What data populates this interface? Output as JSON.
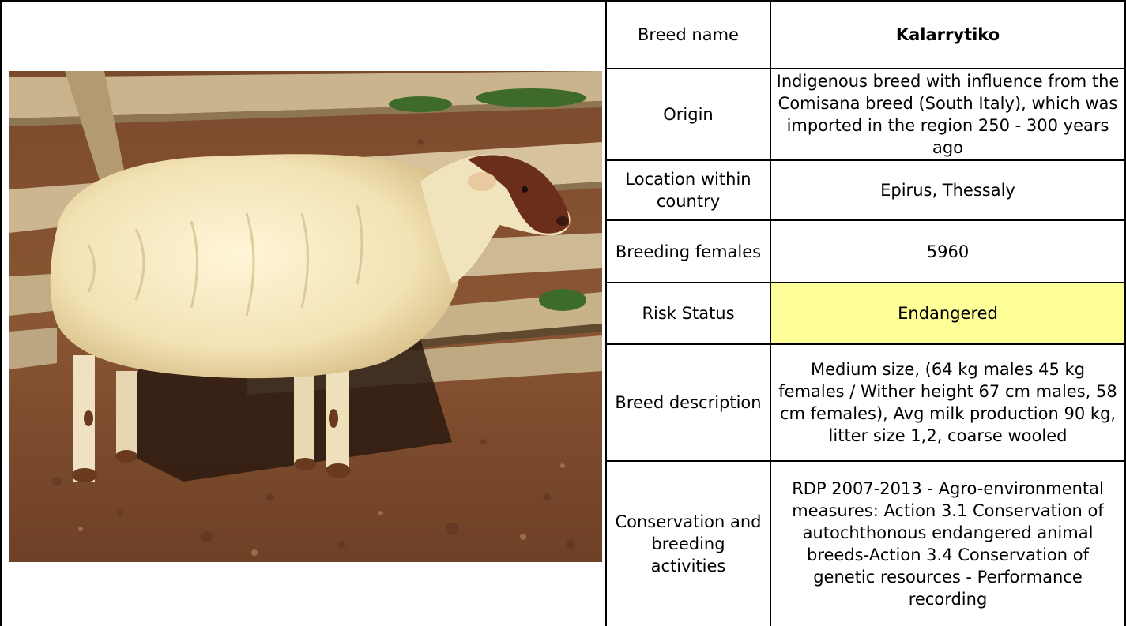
{
  "photo": {
    "subject": "sheep-photo"
  },
  "table": {
    "breed_name": {
      "label": "Breed name",
      "value": "Kalarrytiko"
    },
    "origin": {
      "label": "Origin",
      "value": "Indigenous breed with influence from the Comisana breed (South Italy), which was imported in the region 250 - 300 years ago"
    },
    "location": {
      "label": "Location within country",
      "value": "Epirus, Thessaly"
    },
    "breeding_females": {
      "label": "Breeding females",
      "value": "5960"
    },
    "risk_status": {
      "label": "Risk Status",
      "value": "Endangered",
      "highlight_color": "#ffff99"
    },
    "description": {
      "label": "Breed description",
      "value": "Medium size, (64 kg males 45 kg females / Wither height 67 cm males, 58 cm females), Avg milk production 90 kg, litter size 1,2, coarse wooled"
    },
    "conservation": {
      "label": "Conservation and breeding activities",
      "value": "RDP 2007-2013 - Agro-environmental measures: Action 3.1 Conservation of autochthonous endangered animal breeds-Action 3.4 Conservation of genetic resources - Performance recording"
    }
  }
}
